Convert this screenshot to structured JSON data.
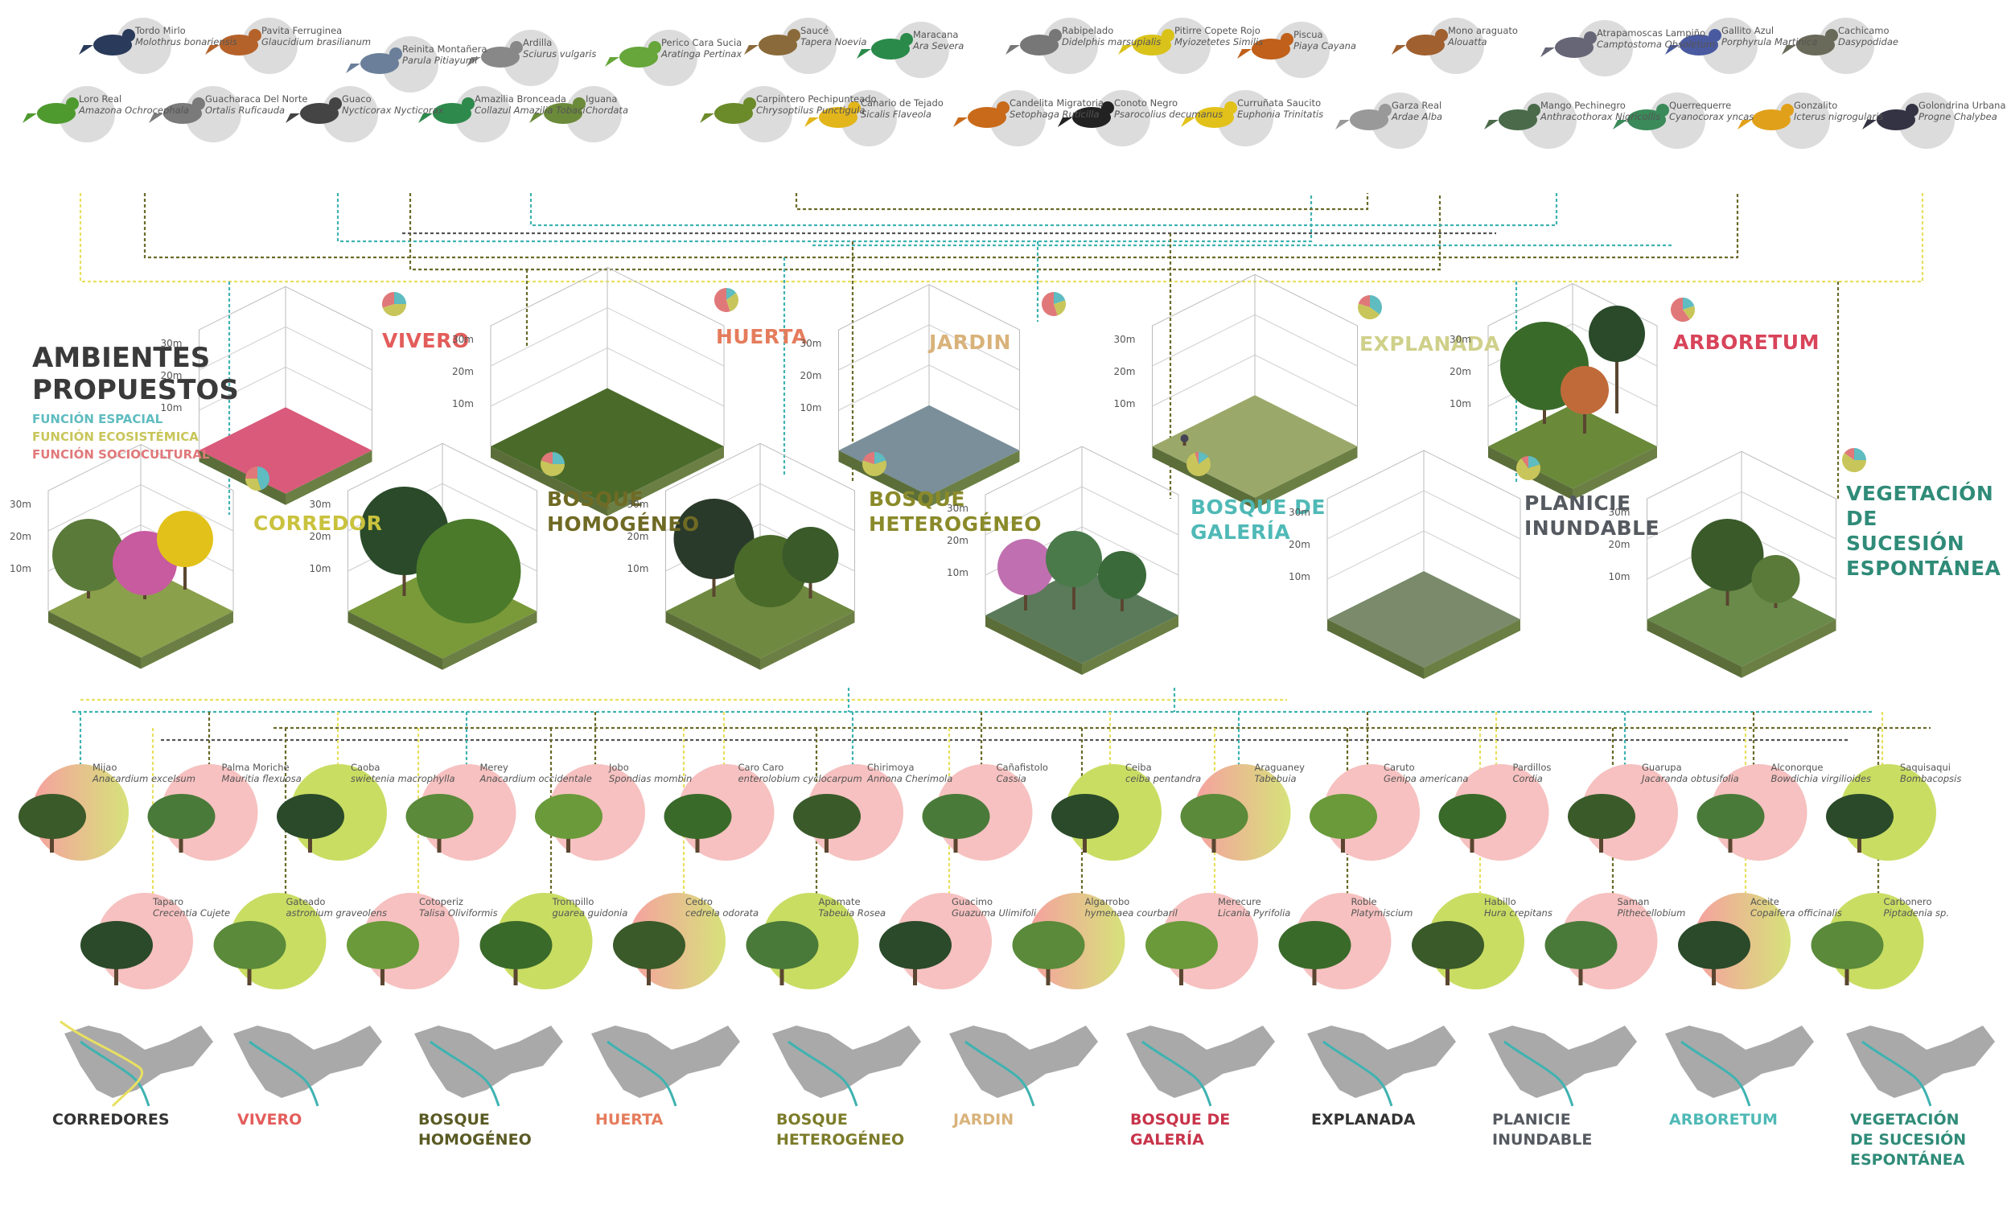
{
  "title": [
    "AMBIENTES",
    "PROPUESTOS"
  ],
  "functions": [
    {
      "label": "FUNCIÓN ESPACIAL",
      "color": "#5fbcc0"
    },
    {
      "label": "FUNCIÓN ECOSISTÉMICA",
      "color": "#c8c65a"
    },
    {
      "label": "FUNCIÓN SOCIOCULTURAL",
      "color": "#e0787a"
    }
  ],
  "colors": {
    "teal": "#3fb3b1",
    "olive": "#6b6b2a",
    "lightyellow": "#e8e060",
    "darkgray": "#555555",
    "green": "#2e7d6b",
    "gray_circle": "#dcdcdc",
    "pink_circle": "#f6c1c0",
    "green_circle": "#c9dd63"
  },
  "heights": [
    "30m",
    "20m",
    "10m"
  ],
  "fauna": [
    {
      "common": "Tordo Mirlo",
      "scientific": "Molothrus bonariensis",
      "icon": "blackbird-icon"
    },
    {
      "common": "Loro Real",
      "scientific": "Amazona Ochrocephala",
      "icon": "parrot-icon"
    },
    {
      "common": "Pavita Ferruginea",
      "scientific": "Glaucidium brasilianum",
      "icon": "owl-icon"
    },
    {
      "common": "Guacharaca Del Norte",
      "scientific": "Ortalis Ruficauda",
      "icon": "chachalaca-icon"
    },
    {
      "common": "Reinita Montañera",
      "scientific": "Parula Pitiayumi",
      "icon": "warbler-icon"
    },
    {
      "common": "Guaco",
      "scientific": "Nycticorax Nycticorax",
      "icon": "night-heron-icon"
    },
    {
      "common": "Ardilla",
      "scientific": "Sciurus vulgaris",
      "icon": "squirrel-icon"
    },
    {
      "common": "Amazilia Bronceada",
      "scientific": "Collazul Amazilia Tobaci",
      "icon": "hummingbird-icon"
    },
    {
      "common": "Iguana",
      "scientific": "Chordata",
      "icon": "iguana-icon"
    },
    {
      "common": "Perico Cara Sucia",
      "scientific": "Aratinga Pertinax",
      "icon": "parakeet-icon"
    },
    {
      "common": "Saucé",
      "scientific": "Tapera Noevia",
      "icon": "cuckoo-icon"
    },
    {
      "common": "Carpintero Pechipunteado",
      "scientific": "Chrysoptilus Punctigula",
      "icon": "woodpecker-icon"
    },
    {
      "common": "Maracana",
      "scientific": "Ara Severa",
      "icon": "macaw-icon"
    },
    {
      "common": "Canario de Tejado",
      "scientific": "Sicalis Flaveola",
      "icon": "canary-icon"
    },
    {
      "common": "Rabipelado",
      "scientific": "Didelphis marsupialis",
      "icon": "opossum-icon"
    },
    {
      "common": "Candelita Migratoria",
      "scientific": "Setophaga Ruticilla",
      "icon": "redstart-icon"
    },
    {
      "common": "Pitirre Copete Rojo",
      "scientific": "Myiozetetes Similis",
      "icon": "flycatcher-icon"
    },
    {
      "common": "Conoto Negro",
      "scientific": "Psarocolius decumanus",
      "icon": "oropendola-icon"
    },
    {
      "common": "Piscua",
      "scientific": "Piaya Cayana",
      "icon": "squirrel-cuckoo-icon"
    },
    {
      "common": "Curruñata Saucito",
      "scientific": "Euphonia Trinitatis",
      "icon": "euphonia-icon"
    },
    {
      "common": "Mono araguato",
      "scientific": "Alouatta",
      "icon": "monkey-icon"
    },
    {
      "common": "Garza Real",
      "scientific": "Ardae Alba",
      "icon": "heron-icon"
    },
    {
      "common": "Atrapamoscas Lampiño",
      "scientific": "Camptostoma Obsoletum",
      "icon": "tyrannulet-icon"
    },
    {
      "common": "Mango Pechinegro",
      "scientific": "Anthracothorax Nigricollis",
      "icon": "mango-hummingbird-icon"
    },
    {
      "common": "Gallito Azul",
      "scientific": "Porphyrula Martinica",
      "icon": "gallinule-icon"
    },
    {
      "common": "Querrequerre",
      "scientific": "Cyanocorax yncas",
      "icon": "jay-icon"
    },
    {
      "common": "Cachicamo",
      "scientific": "Dasypodidae",
      "icon": "armadillo-icon"
    },
    {
      "common": "Gonzalito",
      "scientific": "Icterus nigrogularis",
      "icon": "oriole-icon"
    },
    {
      "common": "Golondrina Urbana",
      "scientific": "Progne Chalybea",
      "icon": "swallow-icon"
    }
  ],
  "environments": [
    {
      "name": "VIVERO",
      "color": "#e35d5b",
      "pie": [
        0.25,
        0.45,
        0.3
      ]
    },
    {
      "name": "HUERTA",
      "color": "#e57c5c",
      "pie": [
        0.15,
        0.3,
        0.55
      ]
    },
    {
      "name": "JARDIN",
      "color": "#d9b27a",
      "pie": [
        0.2,
        0.25,
        0.55
      ]
    },
    {
      "name": "EXPLANADA",
      "color": "#cfd08a",
      "pie": [
        0.35,
        0.45,
        0.2
      ]
    },
    {
      "name": "ARBORETUM",
      "color": "#d8445a",
      "pie": [
        0.2,
        0.2,
        0.6
      ]
    },
    {
      "name": "CORREDOR",
      "color": "#c9c23d",
      "pie": [
        0.45,
        0.3,
        0.25
      ]
    },
    {
      "name": "BOSQUE HOMOGÉNEO",
      "color": "#6f6a24",
      "pie": [
        0.25,
        0.55,
        0.2
      ]
    },
    {
      "name": "BOSQUE HETEROGÉNEO",
      "color": "#8a8a2a",
      "pie": [
        0.2,
        0.6,
        0.2
      ]
    },
    {
      "name": "BOSQUE DE GALERÍA",
      "color": "#4fb9b6",
      "pie": [
        0.15,
        0.8,
        0.05
      ]
    },
    {
      "name": "PLANICIE INUNDABLE",
      "color": "#555a60",
      "pie": [
        0.2,
        0.7,
        0.1
      ]
    },
    {
      "name": "VEGETACIÓN DE SUCESIÓN ESPONTÁNEA",
      "color": "#2f8b78",
      "pie": [
        0.25,
        0.6,
        0.15
      ]
    }
  ],
  "flora_row1": [
    {
      "common": "Mijao",
      "scientific": "Anacardium excelsum",
      "circle": "pink-green"
    },
    {
      "common": "Palma Moriche",
      "scientific": "Mauritia flexuosa",
      "circle": "pink"
    },
    {
      "common": "Caoba",
      "scientific": "swietenia macrophylla",
      "circle": "green"
    },
    {
      "common": "Merey",
      "scientific": "Anacardium occidentale",
      "circle": "pink"
    },
    {
      "common": "Jobo",
      "scientific": "Spondias mombin",
      "circle": "pink"
    },
    {
      "common": "Caro Caro",
      "scientific": "enterolobium cyclocarpum",
      "circle": "pink"
    },
    {
      "common": "Chirimoya",
      "scientific": "Annona Cherimola",
      "circle": "pink"
    },
    {
      "common": "Cañafistolo",
      "scientific": "Cassia",
      "circle": "pink"
    },
    {
      "common": "Ceiba",
      "scientific": "ceiba pentandra",
      "circle": "green"
    },
    {
      "common": "Araguaney",
      "scientific": "Tabebuia",
      "circle": "pink-green"
    },
    {
      "common": "Caruto",
      "scientific": "Genipa americana",
      "circle": "pink"
    },
    {
      "common": "Pardillos",
      "scientific": "Cordia",
      "circle": "pink"
    },
    {
      "common": "Guarupa",
      "scientific": "Jacaranda obtusifolia",
      "circle": "pink"
    },
    {
      "common": "Alconorque",
      "scientific": "Bowdichia virgilioides",
      "circle": "pink"
    },
    {
      "common": "Saquisaqui",
      "scientific": "Bombacopsis",
      "circle": "green"
    }
  ],
  "flora_row2": [
    {
      "common": "Taparo",
      "scientific": "Crecentia Cujete",
      "circle": "pink"
    },
    {
      "common": "Gateado",
      "scientific": "astronium graveolens",
      "circle": "green"
    },
    {
      "common": "Cotoperiz",
      "scientific": "Talisa Oliviformis",
      "circle": "pink"
    },
    {
      "common": "Trompillo",
      "scientific": "guarea guidonia",
      "circle": "green"
    },
    {
      "common": "Cedro",
      "scientific": "cedrela odorata",
      "circle": "pink-green"
    },
    {
      "common": "Apamate",
      "scientific": "Tabeuia Rosea",
      "circle": "green"
    },
    {
      "common": "Guacimo",
      "scientific": "Guazuma Ulimifoli",
      "circle": "pink"
    },
    {
      "common": "Algarrobo",
      "scientific": "hymenaea courbaril",
      "circle": "pink-green"
    },
    {
      "common": "Merecure",
      "scientific": "Licania Pyrifolia",
      "circle": "pink"
    },
    {
      "common": "Roble",
      "scientific": "Platymiscium",
      "circle": "pink"
    },
    {
      "common": "Habillo",
      "scientific": "Hura crepitans",
      "circle": "green"
    },
    {
      "common": "Saman",
      "scientific": "Pithecellobium",
      "circle": "pink"
    },
    {
      "common": "Aceite",
      "scientific": "Copaifera officinalis",
      "circle": "pink-green"
    },
    {
      "common": "Carbonero",
      "scientific": "Piptadenia sp.",
      "circle": "green"
    }
  ],
  "maps": [
    {
      "label": "CORREDORES",
      "color": "#333333"
    },
    {
      "label": "VIVERO",
      "color": "#e35d5b"
    },
    {
      "label": "BOSQUE HOMOGÉNEO",
      "color": "#5a5a24"
    },
    {
      "label": "HUERTA",
      "color": "#e57c5c"
    },
    {
      "label": "BOSQUE HETEROGÉNEO",
      "color": "#7c7c2a"
    },
    {
      "label": "JARDIN",
      "color": "#d9b27a"
    },
    {
      "label": "BOSQUE DE GALERÍA",
      "color": "#c8344a"
    },
    {
      "label": "EXPLANADA",
      "color": "#333333"
    },
    {
      "label": "PLANICIE INUNDABLE",
      "color": "#555a60"
    },
    {
      "label": "ARBORETUM",
      "color": "#4fb9b6"
    },
    {
      "label": "VEGETACIÓN DE SUCESIÓN ESPONTÁNEA",
      "color": "#2f8b78"
    }
  ]
}
